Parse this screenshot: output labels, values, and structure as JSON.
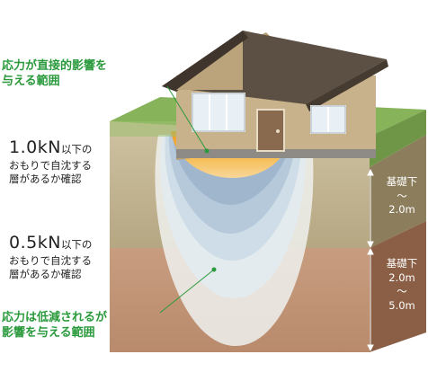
{
  "labels": {
    "effect_zone_direct": [
      "応力が直接的影響を",
      "与える範囲"
    ],
    "effect_zone_reduced": [
      "応力は低減されるが",
      "影響を与える範囲"
    ]
  },
  "conditions": [
    {
      "load": "1.0kN",
      "suffix": "以下の",
      "line2": "おもりで自沈する",
      "line3": "層があるか確認"
    },
    {
      "load": "0.5kN",
      "suffix": "以下の",
      "line2": "おもりで自沈する",
      "line3": "層があるか確認"
    }
  ],
  "depths": [
    {
      "lines": [
        "基礎下",
        "〜",
        "2.0m"
      ]
    },
    {
      "lines": [
        "基礎下",
        "2.0m",
        "〜",
        "5.0m"
      ]
    }
  ],
  "colors": {
    "label_green": "#2a9a3c",
    "upper_soil": "#b7a882",
    "lower_soil": "#c49a7c",
    "grass": "#86b25a",
    "roof": "#5d5044",
    "wall": "#c6b08a",
    "stress_core": "#f0a22c"
  }
}
